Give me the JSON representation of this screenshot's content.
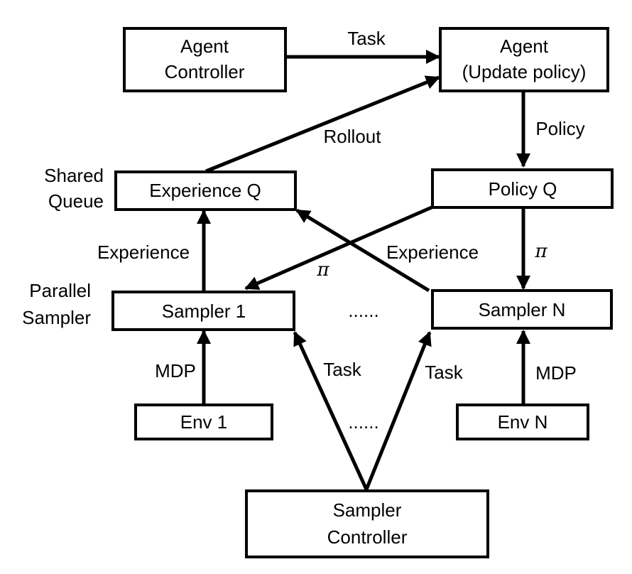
{
  "nodes": {
    "agent_controller": {
      "lines": [
        "Agent",
        "Controller"
      ]
    },
    "agent": {
      "lines": [
        "Agent",
        "(Update policy)"
      ]
    },
    "experience_q": {
      "lines": [
        "Experience Q"
      ]
    },
    "policy_q": {
      "lines": [
        "Policy Q"
      ]
    },
    "sampler_1": {
      "lines": [
        "Sampler 1"
      ]
    },
    "sampler_n": {
      "lines": [
        "Sampler N"
      ]
    },
    "env_1": {
      "lines": [
        "Env 1"
      ]
    },
    "env_n": {
      "lines": [
        "Env N"
      ]
    },
    "sampler_controller": {
      "lines": [
        "Sampler",
        "Controller"
      ]
    }
  },
  "side_labels": {
    "shared_queue": [
      "Shared",
      "Queue"
    ],
    "parallel_sampler": [
      "Parallel",
      "Sampler"
    ]
  },
  "edges": {
    "task_top": "Task",
    "policy": "Policy",
    "rollout": "Rollout",
    "experience_left": "Experience",
    "experience_right": "Experience",
    "pi_left": "π",
    "pi_right": "π",
    "mdp_left": "MDP",
    "mdp_right": "MDP",
    "task_left": "Task",
    "task_right": "Task"
  },
  "ellipses": {
    "samplers": "......",
    "controller": "......"
  }
}
